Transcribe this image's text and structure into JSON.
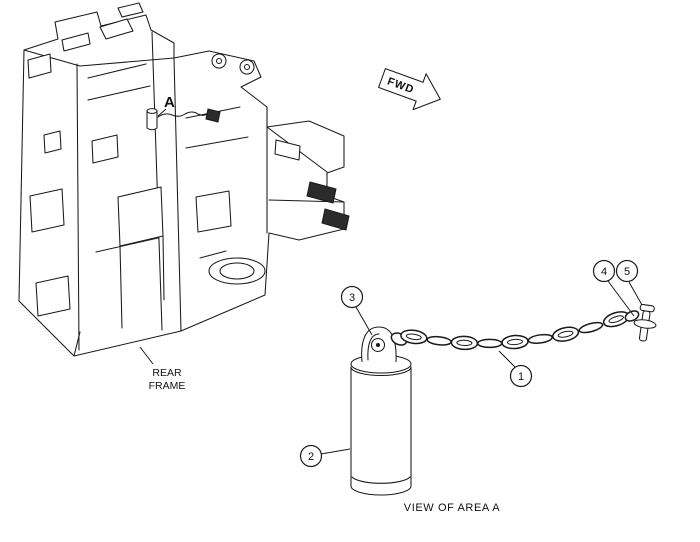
{
  "colors": {
    "line": "#1a1a1a",
    "background": "#ffffff",
    "dark_fill": "#2b2b2b"
  },
  "diagram": {
    "area_label": "A",
    "fwd_label": "FWD",
    "rear_frame_label": {
      "line1": "REAR",
      "line2": "FRAME"
    },
    "view_caption": "VIEW OF AREA  A",
    "callouts": [
      {
        "label": "1"
      },
      {
        "label": "2"
      },
      {
        "label": "3"
      },
      {
        "label": "4"
      },
      {
        "label": "5"
      }
    ]
  }
}
